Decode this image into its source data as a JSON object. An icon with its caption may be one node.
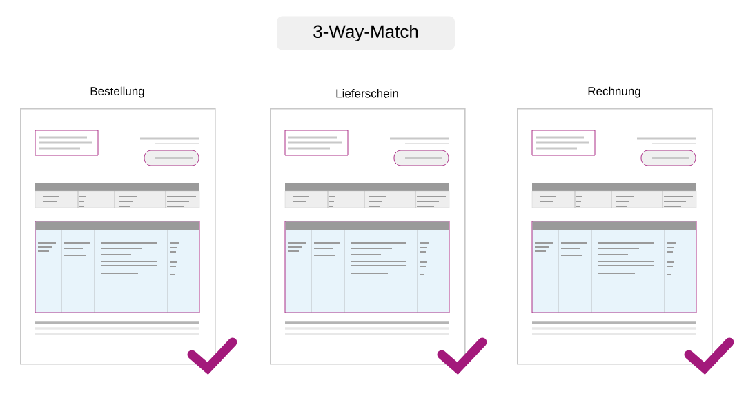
{
  "diagram": {
    "title": "3-Way-Match",
    "nodes": [
      {
        "text": [
          "Bestellung"
        ]
      },
      {
        "text": [
          "Lieferschein"
        ]
      },
      {
        "text": [
          "Rechnung"
        ]
      }
    ],
    "edges": []
  }
}
